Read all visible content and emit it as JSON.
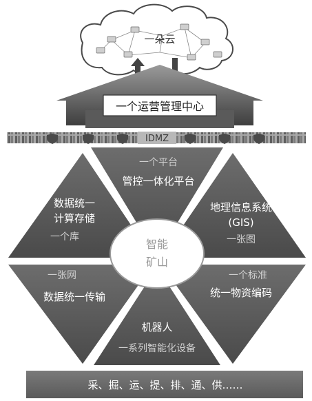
{
  "cloud": {
    "label": "一朵云"
  },
  "center_block": {
    "label": "一个运营管理中心"
  },
  "dmz_bar": {
    "label": "IDMZ"
  },
  "core": {
    "line1": "智能",
    "line2": "矿山"
  },
  "segments": {
    "top": {
      "sub": "一个平台",
      "main": "管控一体化平台"
    },
    "upper_left": {
      "main1": "数据统一",
      "main2": "计算存储",
      "sub": "一个库"
    },
    "upper_right": {
      "main1": "地理信息系统",
      "main2": "(GIS)",
      "sub": "一张图"
    },
    "lower_left": {
      "sub": "一张网",
      "main": "数据统一传输"
    },
    "lower_right": {
      "sub": "一个标准",
      "main": "统一物资编码"
    },
    "bottom": {
      "main": "机器人",
      "sub": "一系列智能化设备"
    }
  },
  "footer_bar": {
    "label": "采、掘、运、提、排、通、供……"
  }
}
